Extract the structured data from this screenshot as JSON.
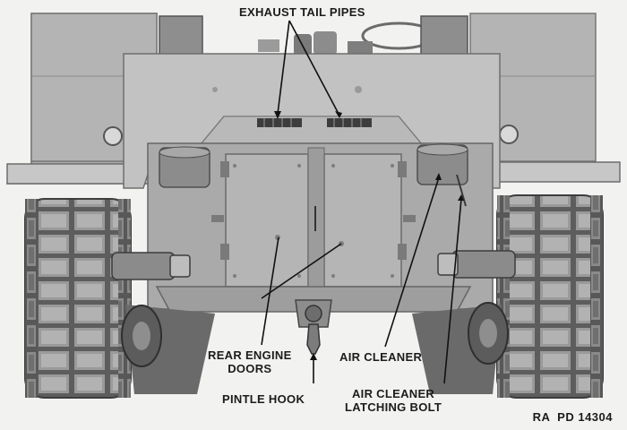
{
  "figure": {
    "callouts": {
      "exhaust_tail_pipes": "EXHAUST TAIL PIPES",
      "rear_engine_doors": "REAR ENGINE\nDOORS",
      "air_cleaner": "AIR CLEANER",
      "pintle_hook": "PINTLE HOOK",
      "air_cleaner_latching_bolt": "AIR CLEANER\nLATCHING BOLT"
    },
    "plate_code": "RA  PD 14304"
  }
}
